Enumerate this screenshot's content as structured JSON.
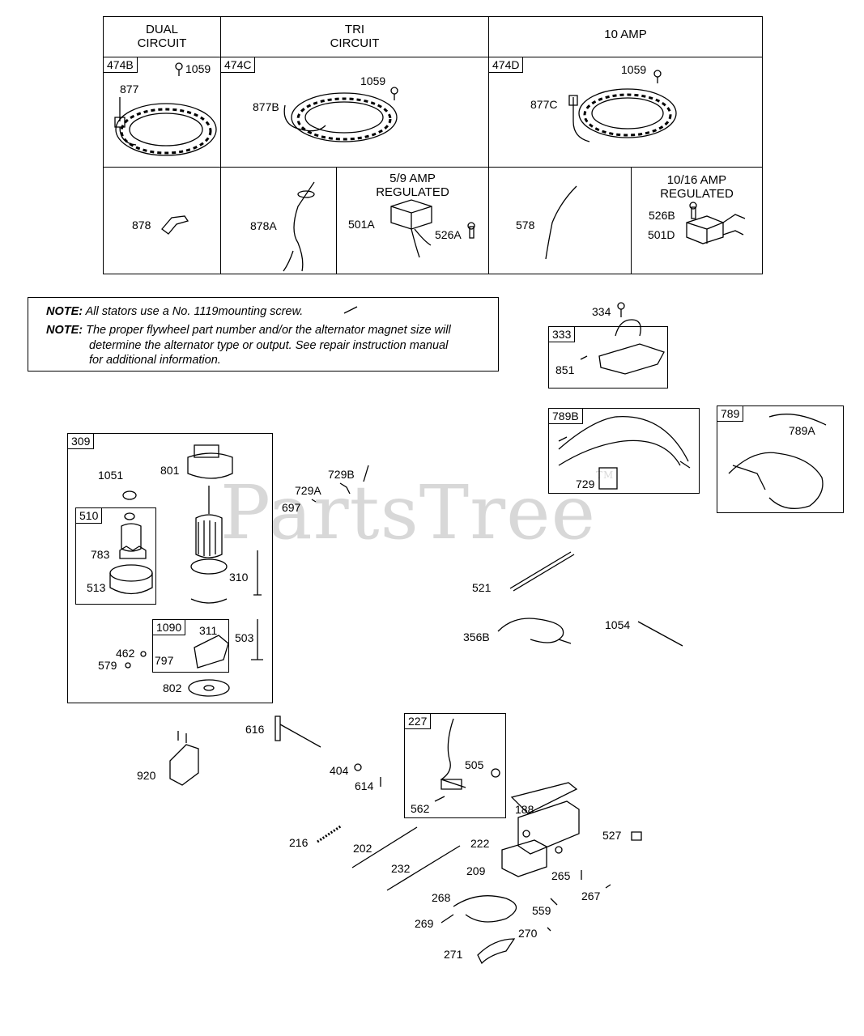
{
  "table": {
    "headers": [
      "DUAL\nCIRCUIT",
      "TRI\nCIRCUIT",
      "10 AMP"
    ],
    "dual": {
      "tag": "474B",
      "screw": "1059",
      "stator": "877",
      "bottom_part": "878"
    },
    "tri": {
      "tag": "474C",
      "screw": "1059",
      "stator": "877B",
      "bottom_part": "878A",
      "reg_title": "5/9 AMP\nREGULATED",
      "regulator": "501A",
      "reg_screw": "526A"
    },
    "ten": {
      "tag": "474D",
      "screw": "1059",
      "stator": "877C",
      "bottom_part": "578",
      "reg_title": "10/16 AMP\nREGULATED",
      "reg_screw": "526B",
      "regulator": "501D"
    }
  },
  "note": {
    "prefix": "NOTE:",
    "line1": "All stators use a No. 1119mounting screw.",
    "line2a": "The proper flywheel part number and/or the alternator magnet size will",
    "line2b": "determine the alternator type or output. See repair instruction manual",
    "line2c": "for additional information."
  },
  "watermark": {
    "text": "PartsTree",
    "tm": "TM"
  },
  "parts": {
    "p334": "334",
    "box333": "333",
    "p851": "851",
    "box789B": "789B",
    "p729": "729",
    "box789": "789",
    "p789A": "789A",
    "box309": "309",
    "p1051": "1051",
    "p801": "801",
    "box510": "510",
    "p783": "783",
    "p513": "513",
    "p310": "310",
    "box1090": "1090",
    "p311": "311",
    "p797": "797",
    "p503": "503",
    "p462": "462",
    "p579": "579",
    "p802": "802",
    "p729B": "729B",
    "p729A": "729A",
    "p697": "697",
    "p521": "521",
    "p356B": "356B",
    "p1054": "1054",
    "p616": "616",
    "p920": "920",
    "p404": "404",
    "p614": "614",
    "box227": "227",
    "p505": "505",
    "p562": "562",
    "p188": "188",
    "p216": "216",
    "p202": "202",
    "p222": "222",
    "p527": "527",
    "p232": "232",
    "p209": "209",
    "p265": "265",
    "p267": "267",
    "p268": "268",
    "p559": "559",
    "p269": "269",
    "p270": "270",
    "p271": "271"
  }
}
